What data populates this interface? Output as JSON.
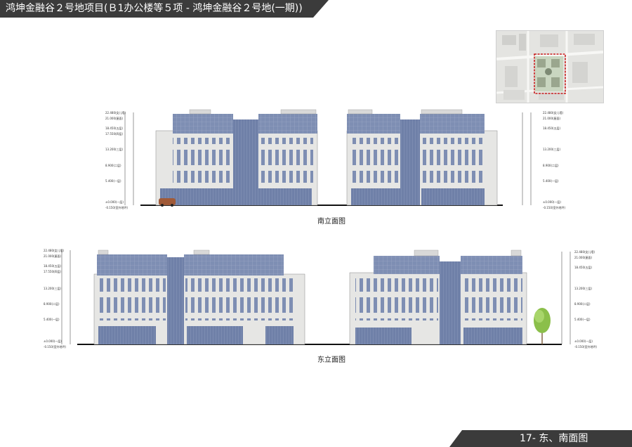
{
  "header": {
    "title": "鸿坤金融谷２号地项目(Ｂ1办公楼等５项 - 鸿坤金融谷２号地(一期))"
  },
  "captions": {
    "south": "南立面图",
    "east": "东立面图"
  },
  "footer": {
    "page_title": "17- 东、南面图"
  },
  "levels": {
    "roof_top": "22.480(女儿墙)",
    "roof": "21.000(屋面)",
    "l5": "18.450(五层)",
    "l4": "17.550(四层)",
    "l3": "13.200(三层)",
    "l2": "8.900(二层)",
    "l1b": "5.400(一层)",
    "ground": "±0.000(一层)",
    "outdoor": "-0.150(室外地坪)"
  },
  "colors": {
    "glass": "#7e8eb3",
    "wall": "#e6e6e4",
    "header_bg": "#3b3b3b",
    "keymap_red": "#c81e1e"
  },
  "keymap": {
    "label": "site key plan"
  }
}
